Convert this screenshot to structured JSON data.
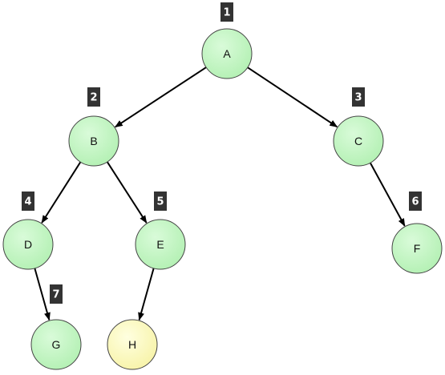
{
  "colors": {
    "node_fill": "#c5f7c5",
    "highlight_fill": "#ffffc2",
    "edge": "#000000",
    "badge": "#333333"
  },
  "nodes": [
    {
      "id": "A",
      "label": "A",
      "order": "1",
      "highlight": false
    },
    {
      "id": "B",
      "label": "B",
      "order": "2",
      "highlight": false
    },
    {
      "id": "C",
      "label": "C",
      "order": "3",
      "highlight": false
    },
    {
      "id": "D",
      "label": "D",
      "order": "4",
      "highlight": false
    },
    {
      "id": "E",
      "label": "E",
      "order": "5",
      "highlight": false
    },
    {
      "id": "F",
      "label": "F",
      "order": "6",
      "highlight": false
    },
    {
      "id": "G",
      "label": "G",
      "order": "7",
      "highlight": false
    },
    {
      "id": "H",
      "label": "H",
      "order": "",
      "highlight": true
    }
  ],
  "edges": [
    {
      "from": "A",
      "to": "B"
    },
    {
      "from": "A",
      "to": "C"
    },
    {
      "from": "B",
      "to": "D"
    },
    {
      "from": "B",
      "to": "E"
    },
    {
      "from": "C",
      "to": "F"
    },
    {
      "from": "D",
      "to": "G"
    },
    {
      "from": "E",
      "to": "H"
    }
  ]
}
